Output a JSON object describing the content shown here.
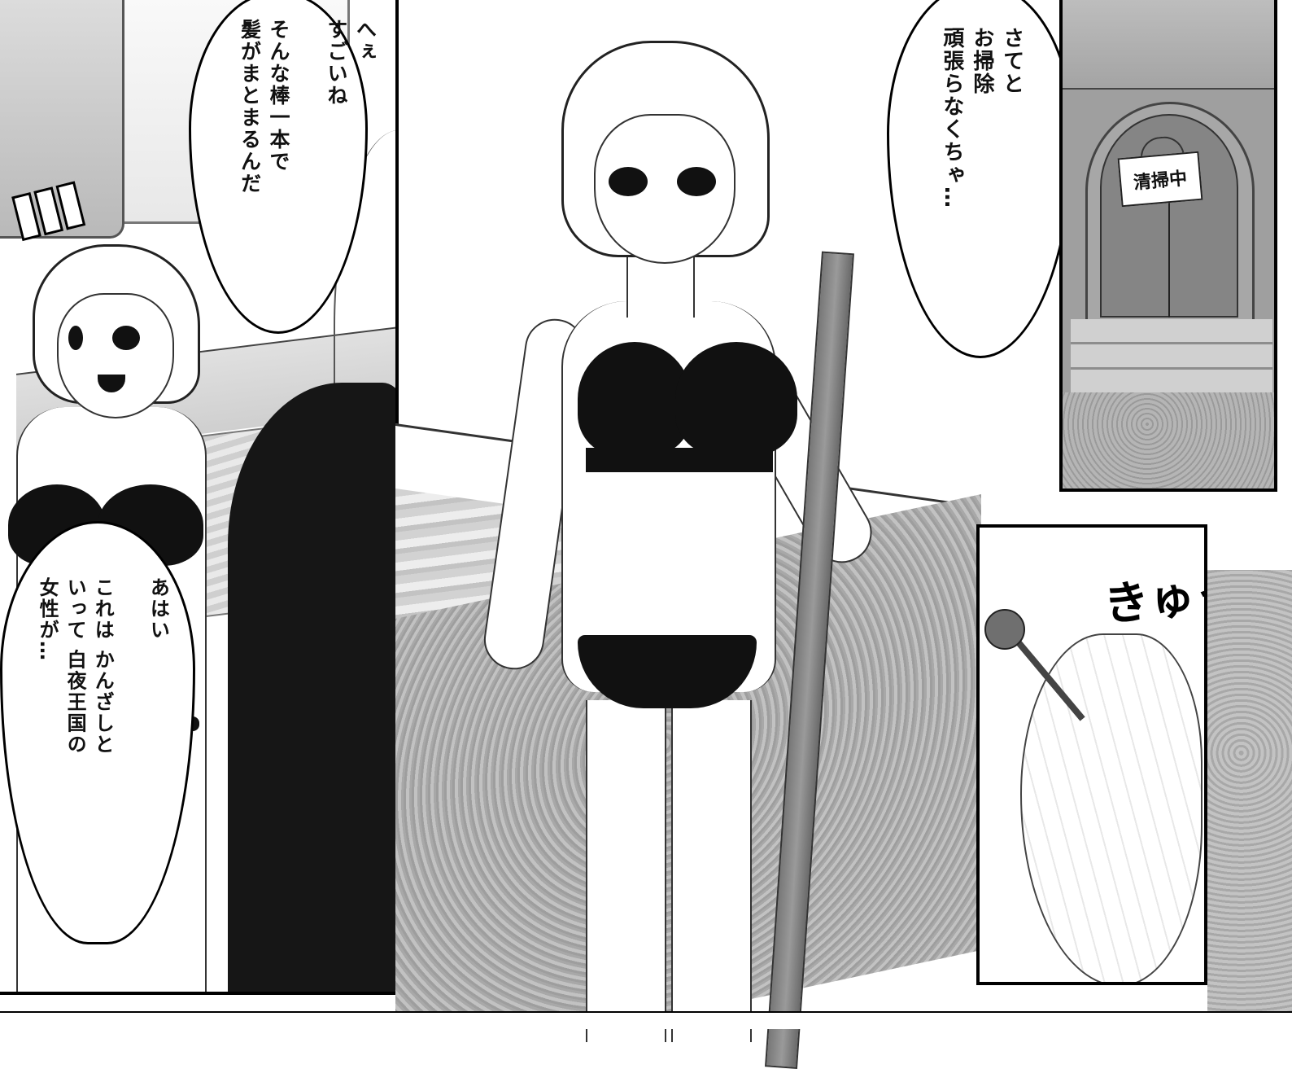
{
  "bubbles": {
    "top_left": "へぇ\nすごいね\n\nそんな棒一本で\n髪がまとまるんだ",
    "bottom_left": "あはい\n\nこれは かんざしと\nいって 白夜王国の\n女性が…",
    "center": "さてと\nお掃除\n頑張らなくちゃ…"
  },
  "sign": {
    "text": "清掃中"
  },
  "sfx": {
    "kyu": "きゅっ"
  }
}
